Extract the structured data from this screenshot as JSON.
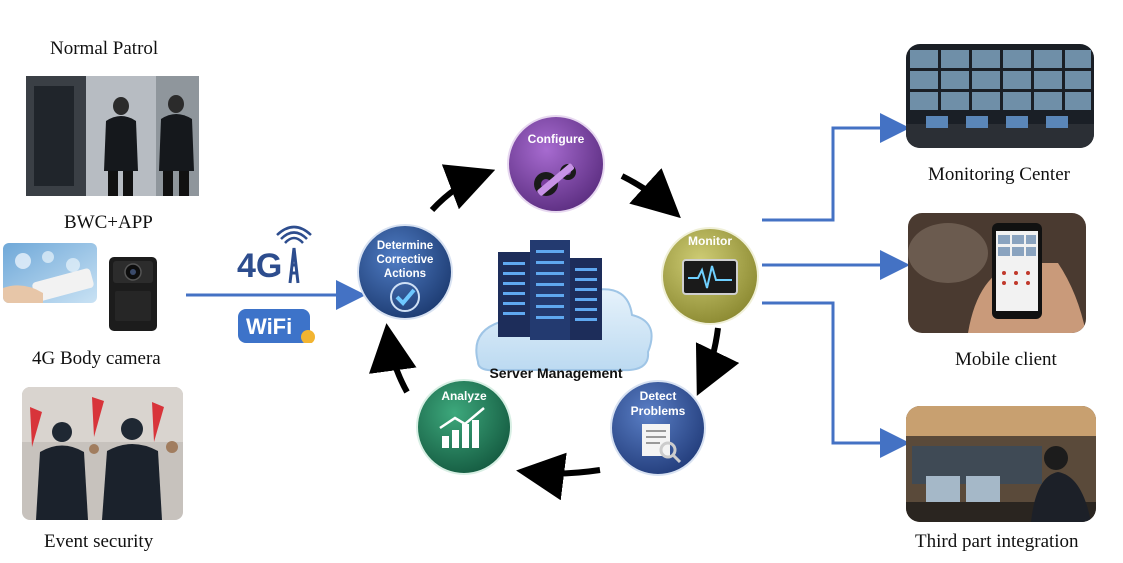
{
  "left": {
    "normal_patrol": "Normal Patrol",
    "bwc_app": "BWC+APP",
    "body_camera": "4G Body camera",
    "event_security": "Event security"
  },
  "connectivity": {
    "cellular": "4G",
    "wifi": "WiFi"
  },
  "cycle": {
    "configure": "Configure",
    "monitor": "Monitor",
    "detect_l1": "Detect",
    "detect_l2": "Problems",
    "analyze": "Analyze",
    "determine_l1": "Determine",
    "determine_l2": "Corrective",
    "determine_l3": "Actions",
    "server": "Server Management"
  },
  "right": {
    "monitoring_center": "Monitoring Center",
    "mobile_client": "Mobile client",
    "third_party": "Third part integration"
  },
  "colors": {
    "arrow_blue": "#4472c4",
    "configure": "#7b3fa0",
    "monitor": "#a8a640",
    "detect": "#2f4f9a",
    "analyze": "#1f7a5a",
    "determine": "#2a4f8f"
  }
}
